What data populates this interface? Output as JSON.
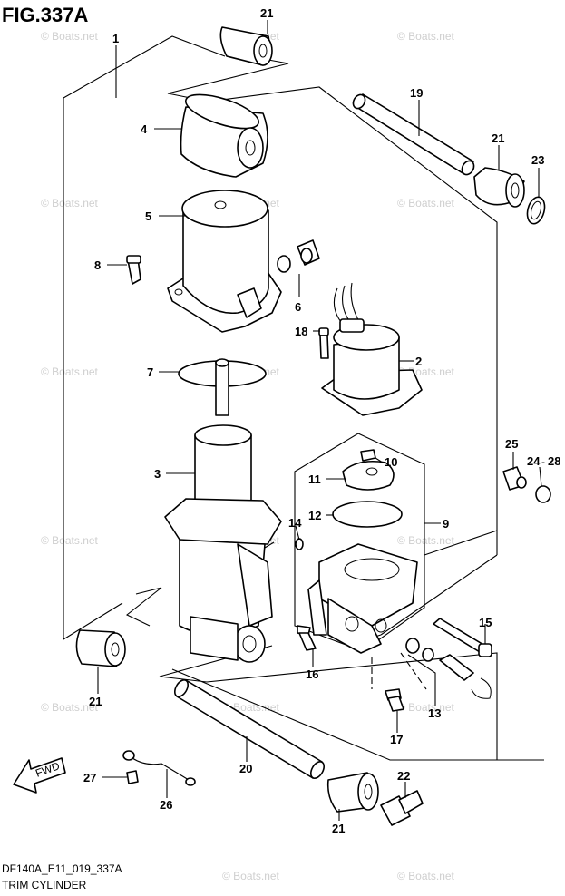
{
  "figure": {
    "title": "FIG.337A",
    "code": "DF140A_E11_019_337A",
    "caption": "TRIM CYLINDER"
  },
  "watermark": "© Boats.net",
  "fwd_label": "FWD",
  "callouts": [
    {
      "id": "1",
      "label": "1"
    },
    {
      "id": "2",
      "label": "2"
    },
    {
      "id": "3",
      "label": "3"
    },
    {
      "id": "4",
      "label": "4"
    },
    {
      "id": "5",
      "label": "5"
    },
    {
      "id": "6",
      "label": "6"
    },
    {
      "id": "7",
      "label": "7"
    },
    {
      "id": "8",
      "label": "8"
    },
    {
      "id": "9",
      "label": "9"
    },
    {
      "id": "10",
      "label": "10"
    },
    {
      "id": "11",
      "label": "11"
    },
    {
      "id": "12",
      "label": "12"
    },
    {
      "id": "13",
      "label": "13"
    },
    {
      "id": "14",
      "label": "14"
    },
    {
      "id": "15",
      "label": "15"
    },
    {
      "id": "16",
      "label": "16"
    },
    {
      "id": "17",
      "label": "17"
    },
    {
      "id": "18",
      "label": "18"
    },
    {
      "id": "19",
      "label": "19"
    },
    {
      "id": "20",
      "label": "20"
    },
    {
      "id": "21a",
      "label": "21"
    },
    {
      "id": "21b",
      "label": "21"
    },
    {
      "id": "21c",
      "label": "21"
    },
    {
      "id": "21d",
      "label": "21"
    },
    {
      "id": "22",
      "label": "22"
    },
    {
      "id": "23",
      "label": "23"
    },
    {
      "id": "24",
      "label": "24"
    },
    {
      "id": "28",
      "label": "28"
    },
    {
      "id": "25",
      "label": "25"
    },
    {
      "id": "26",
      "label": "26"
    },
    {
      "id": "27",
      "label": "27"
    }
  ]
}
